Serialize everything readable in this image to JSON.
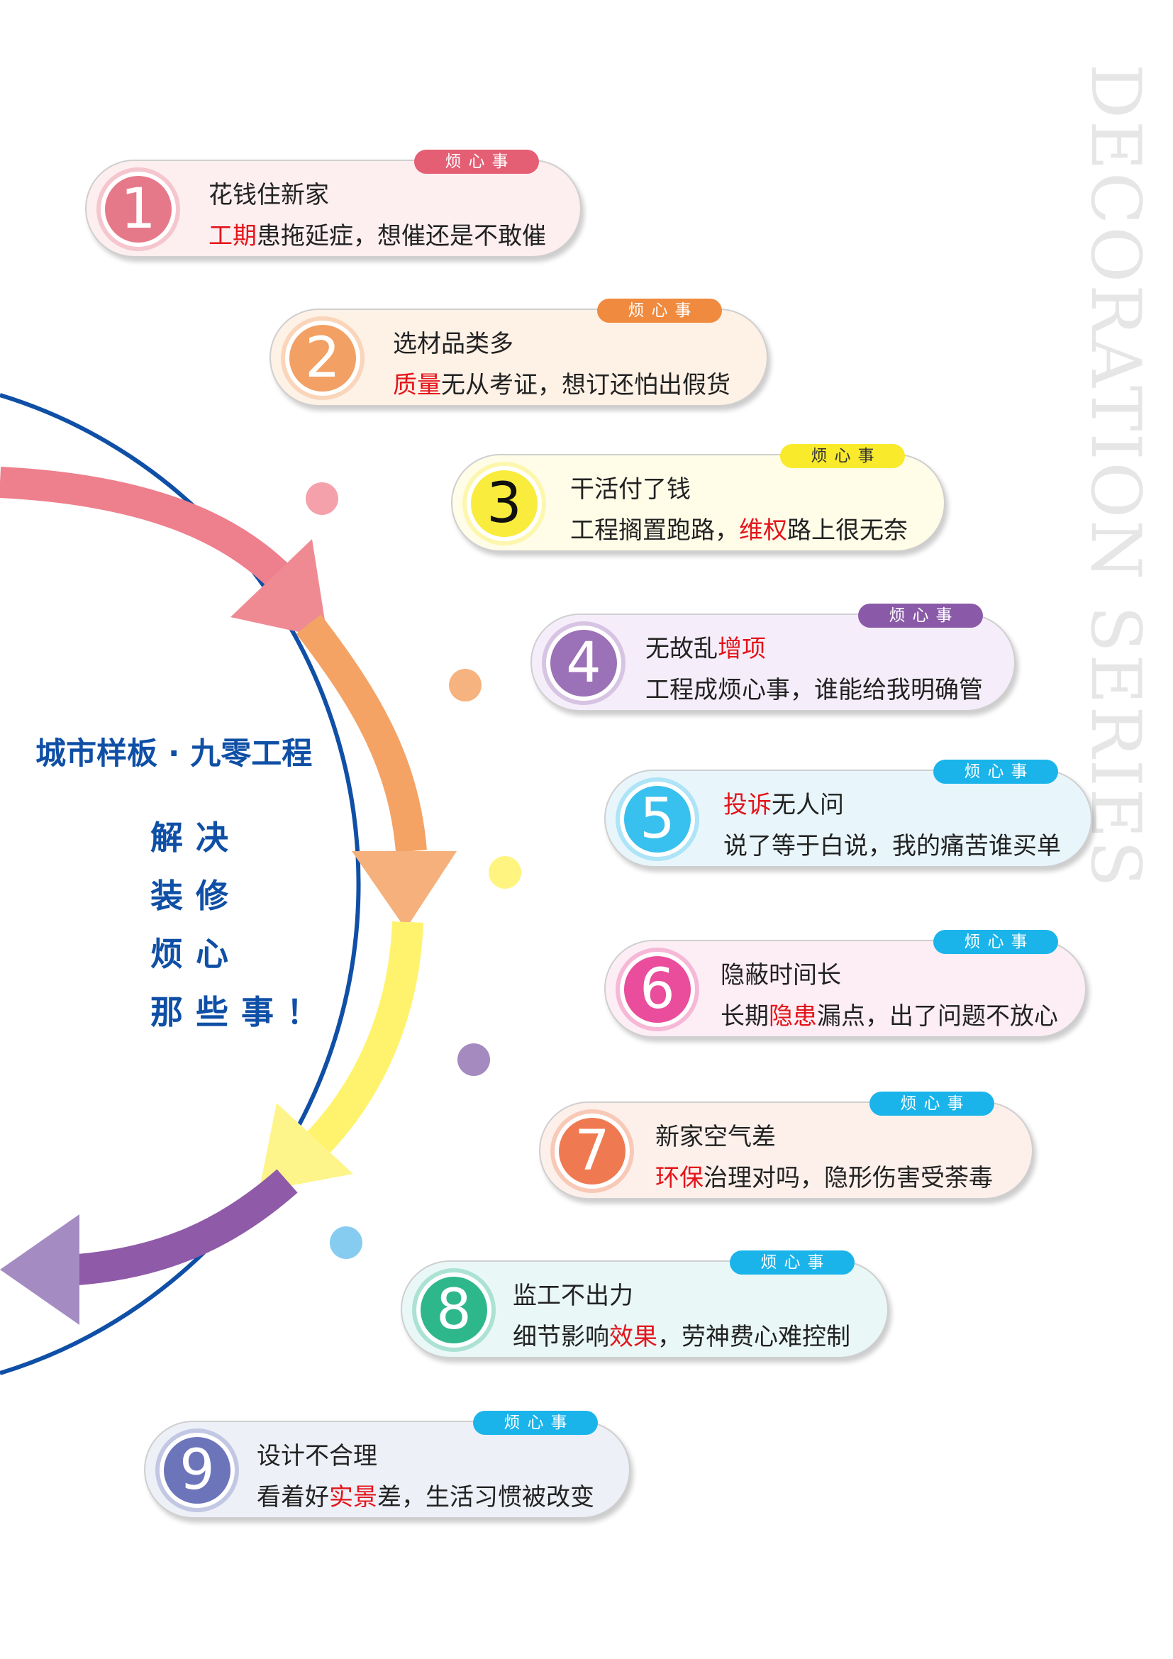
{
  "side_title": "DECORATION SERIES",
  "center_title": "城市样板 · 九零工程",
  "slogan": [
    "解决",
    "装修",
    "烦心",
    "那些事！"
  ],
  "colors": {
    "brand_blue": "#0f4fa6",
    "highlight_red": "#e3151b",
    "arrow_gradient": [
      "#ec6f7a",
      "#f49b60",
      "#fff36d",
      "#8f5aa8"
    ]
  },
  "items": [
    {
      "num": "1",
      "badge": "烦心事",
      "line1": "花钱住新家",
      "line2_pre": "",
      "line2_hl": "工期",
      "line2_post": "患拖延症，想催还是不敢催",
      "color": "#e67989",
      "badge_color": "#e45f74",
      "bg": "#fdeef0"
    },
    {
      "num": "2",
      "badge": "烦心事",
      "line1": "选材品类多",
      "line2_pre": "",
      "line2_hl": "质量",
      "line2_post": "无从考证，想订还怕出假货",
      "color": "#f2a064",
      "badge_color": "#f08a3e",
      "bg": "#fef1e6"
    },
    {
      "num": "3",
      "badge": "烦心事",
      "line1": "干活付了钱",
      "line2_pre": "工程搁置跑路，",
      "line2_hl": "维权",
      "line2_post": "路上很无奈",
      "color": "#f9ec3c",
      "badge_color": "#f9ea2c",
      "bg": "#fffce8"
    },
    {
      "num": "4",
      "badge": "烦心事",
      "line1_pre": "无故乱",
      "line1_hl": "增项",
      "line2_pre": "工程成烦心事，谁能给我明确管",
      "line2_hl": "",
      "line2_post": "",
      "color": "#9b71b7",
      "badge_color": "#8a5aa8",
      "bg": "#f5eefa"
    },
    {
      "num": "5",
      "badge": "烦心事",
      "line1_hl": "投诉",
      "line1_post": "无人问",
      "line2_pre": "说了等于白说，我的痛苦谁买单",
      "line2_hl": "",
      "line2_post": "",
      "color": "#38c0ee",
      "badge_color": "#1ab4ea",
      "bg": "#e8f6fc"
    },
    {
      "num": "6",
      "badge": "烦心事",
      "line1": "隐蔽时间长",
      "line2_pre": "长期",
      "line2_hl": "隐患",
      "line2_post": "漏点，出了问题不放心",
      "color": "#e94d9c",
      "badge_color": "#1ab4ea",
      "bg": "#fdeef5"
    },
    {
      "num": "7",
      "badge": "烦心事",
      "line1": "新家空气差",
      "line2_pre": "",
      "line2_hl": "环保",
      "line2_post": "治理对吗，隐形伤害受荼毒",
      "color": "#ef7a52",
      "badge_color": "#1ab4ea",
      "bg": "#fdf0eb"
    },
    {
      "num": "8",
      "badge": "烦心事",
      "line1": "监工不出力",
      "line2_pre": "细节影响",
      "line2_hl": "效果",
      "line2_post": "，劳神费心难控制",
      "color": "#2fb78c",
      "badge_color": "#1ab4ea",
      "bg": "#e9f8f7"
    },
    {
      "num": "9",
      "badge": "烦心事",
      "line1": "设计不合理",
      "line2_pre": "看着好",
      "line2_hl": "实景",
      "line2_post": "差，生活习惯被改变",
      "color": "#6c74ba",
      "badge_color": "#1ab4ea",
      "bg": "#eef0f8"
    }
  ]
}
